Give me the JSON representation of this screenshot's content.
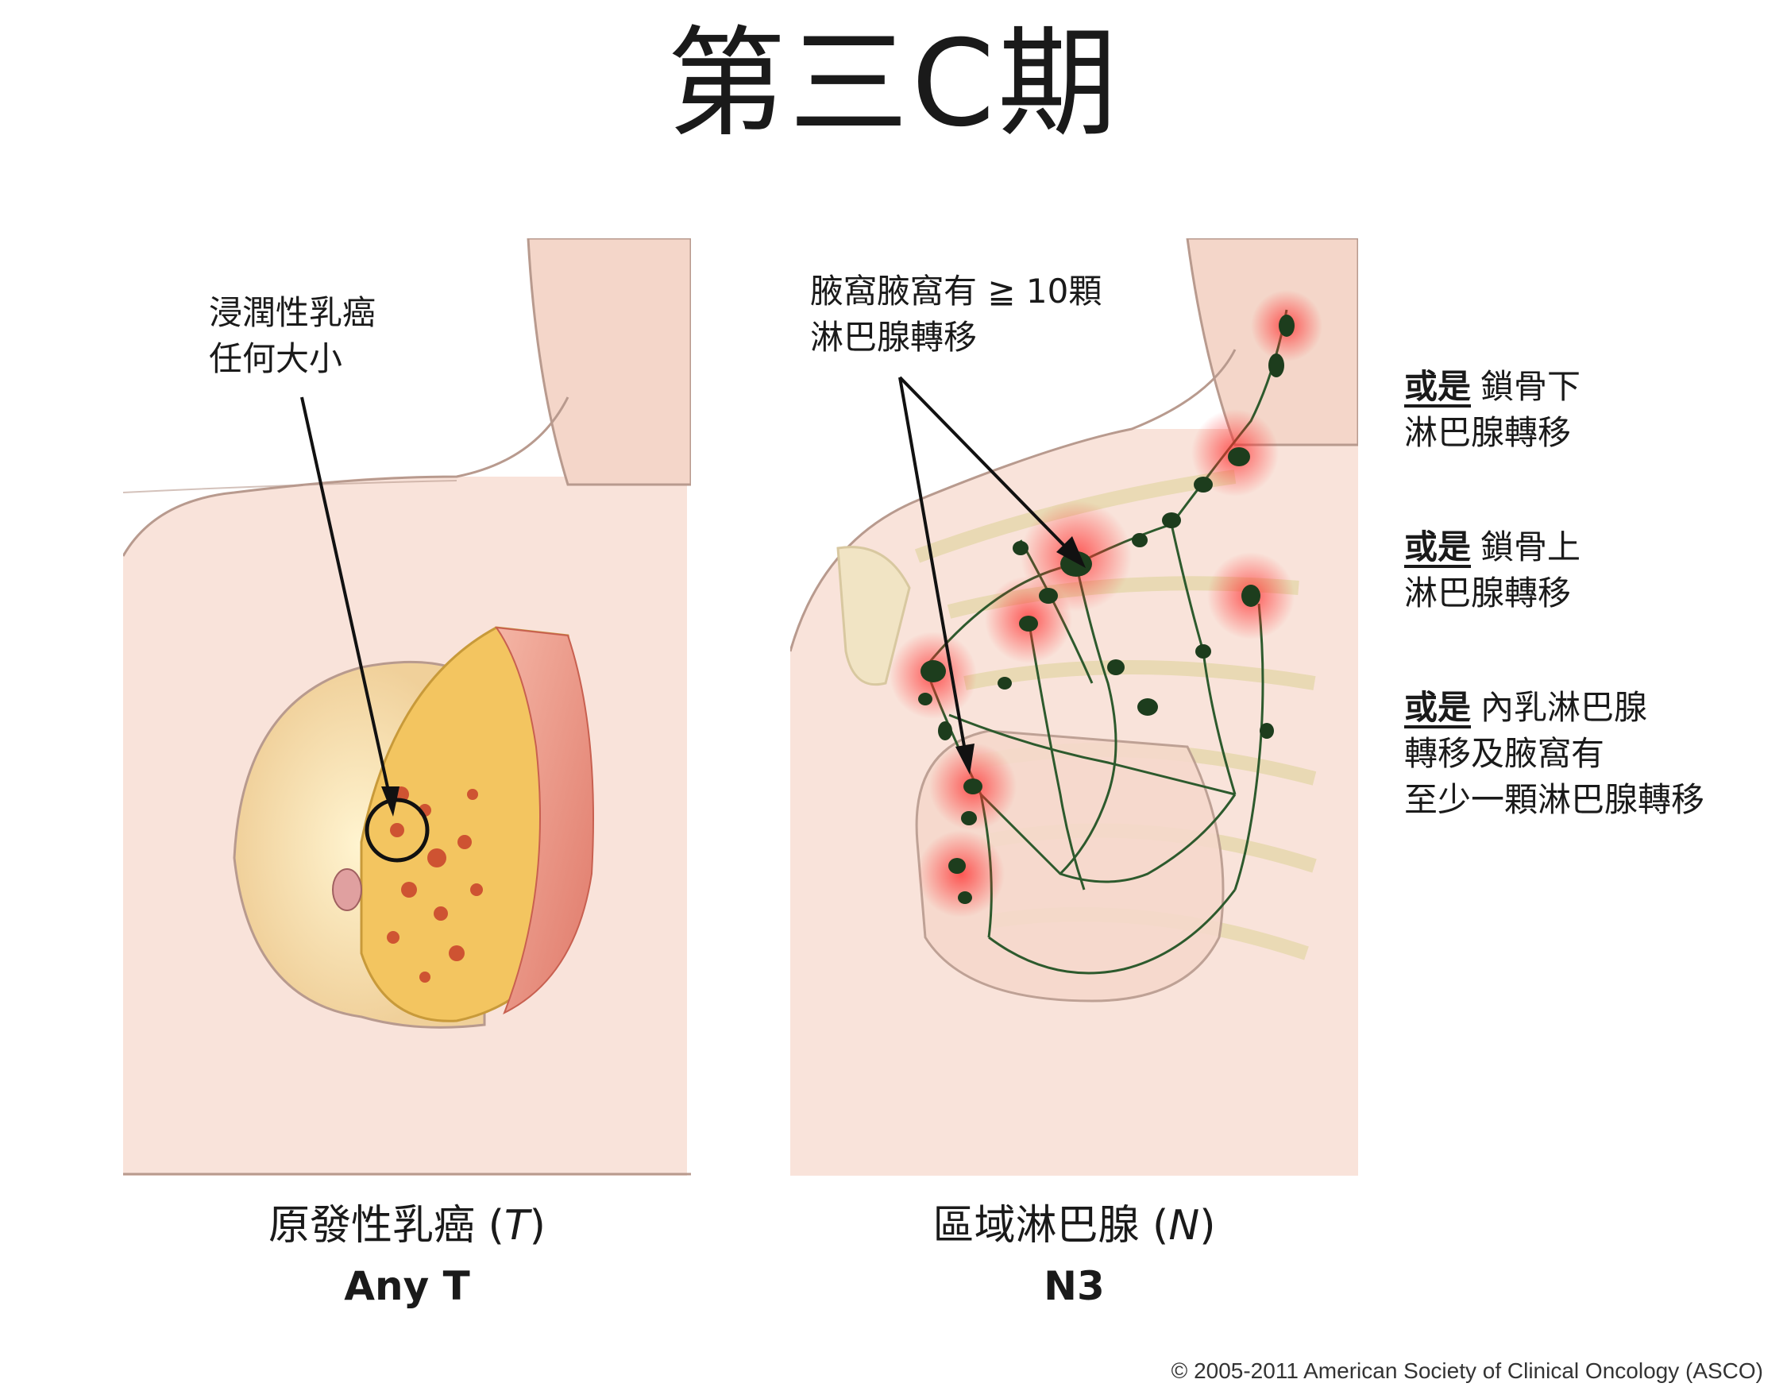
{
  "title": "第三C期",
  "left_panel": {
    "callout": [
      "浸潤性乳癌",
      "任何大小"
    ],
    "caption_prefix": "原發性乳癌 (",
    "caption_var": "T",
    "caption_suffix": ")",
    "stage": "Any T"
  },
  "right_panel": {
    "callout": [
      "腋窩腋窩有 ≧ 10顆",
      "淋巴腺轉移"
    ],
    "caption_prefix": "區域淋巴腺 (",
    "caption_var": "N",
    "caption_suffix": ")",
    "stage": "N3"
  },
  "side_notes": [
    {
      "keyword": "或是",
      "lines": [
        "鎖骨下",
        "淋巴腺轉移"
      ]
    },
    {
      "keyword": "或是",
      "lines": [
        "鎖骨上",
        "淋巴腺轉移"
      ]
    },
    {
      "keyword": "或是",
      "lines": [
        "內乳淋巴腺",
        "轉移及腋窩有",
        "至少一顆淋巴腺轉移"
      ]
    }
  ],
  "copyright": "© 2005-2011 American Society of Clinical Oncology (ASCO)",
  "colors": {
    "skin": "#f9e3da",
    "skin_shade": "#f1cfc2",
    "outline": "#b89a8e",
    "lymph": "#2d5a2d",
    "tumor": "#c8402a",
    "highlight": "#ff2a2a"
  }
}
